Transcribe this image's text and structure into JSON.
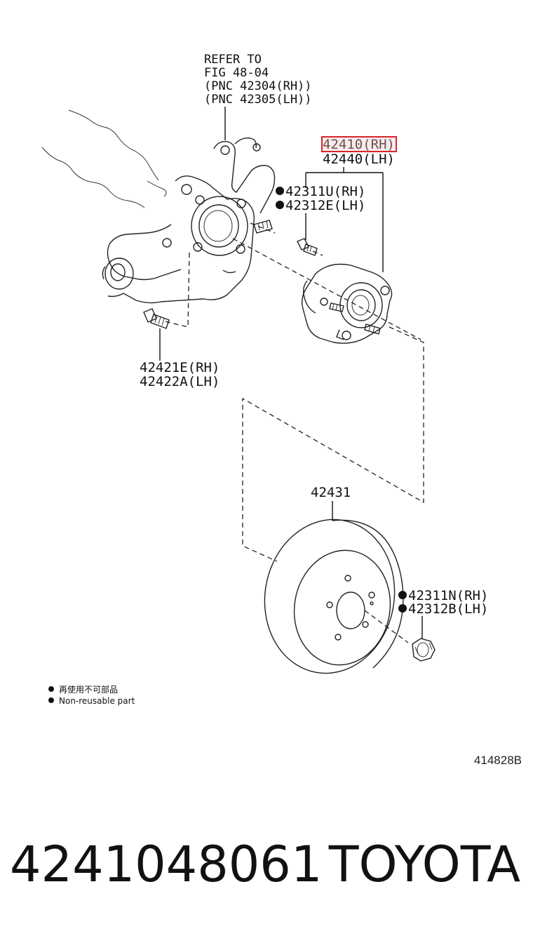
{
  "refer": {
    "line1": "REFER TO",
    "line2": "FIG 48-04",
    "line3": "(PNC 42304(RH))",
    "line4": "(PNC 42305(LH))"
  },
  "parts": {
    "hub_rh": "42410(RH)",
    "hub_lh": "42440(LH)",
    "hub_bolt_rh": "42311U(RH)",
    "hub_bolt_lh": "42312E(LH)",
    "knuckle_bolt_rh": "42421E(RH)",
    "knuckle_bolt_lh": "42422A(LH)",
    "disc": "42431",
    "nut_rh": "42311N(RH)",
    "nut_lh": "42312B(LH)"
  },
  "highlight_color": "#d9262c",
  "legend": {
    "line_cn": "再使用不可部品",
    "line_en": "Non-reusable part"
  },
  "figure_code": "414828B",
  "footer": {
    "part_number": "4241048061",
    "brand": "TOYOTA"
  }
}
